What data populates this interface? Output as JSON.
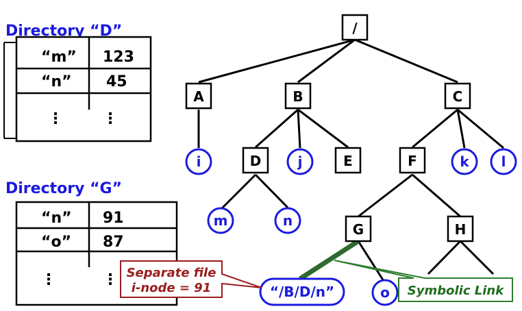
{
  "tables": [
    {
      "title": "Directory “D”",
      "rows": [
        {
          "name": "“m”",
          "inode": "123"
        },
        {
          "name": "“n”",
          "inode": "45"
        },
        {
          "name": "⋮",
          "inode": "⋮"
        }
      ]
    },
    {
      "title": "Directory “G”",
      "rows": [
        {
          "name": "“n”",
          "inode": "91"
        },
        {
          "name": "“o”",
          "inode": "87"
        },
        {
          "name": "⋮",
          "inode": "⋮"
        }
      ]
    }
  ],
  "tree": {
    "nodes": {
      "root": "/",
      "A": "A",
      "B": "B",
      "C": "C",
      "i": "i",
      "D": "D",
      "j": "j",
      "E": "E",
      "F": "F",
      "k": "k",
      "l": "l",
      "m": "m",
      "n": "n",
      "G": "G",
      "H": "H",
      "symlink": "“/B/D/n”",
      "o": "o"
    }
  },
  "callouts": {
    "separate_line1": "Separate file",
    "separate_line2": "i-node = 91",
    "symbolic": "Symbolic Link"
  },
  "colors": {
    "file": "#1a1adf",
    "title": "#1a1adf",
    "red_callout": "#9b1c1c",
    "green_callout": "#2e7d2e",
    "symlink_edge": "#2e6b2e"
  }
}
